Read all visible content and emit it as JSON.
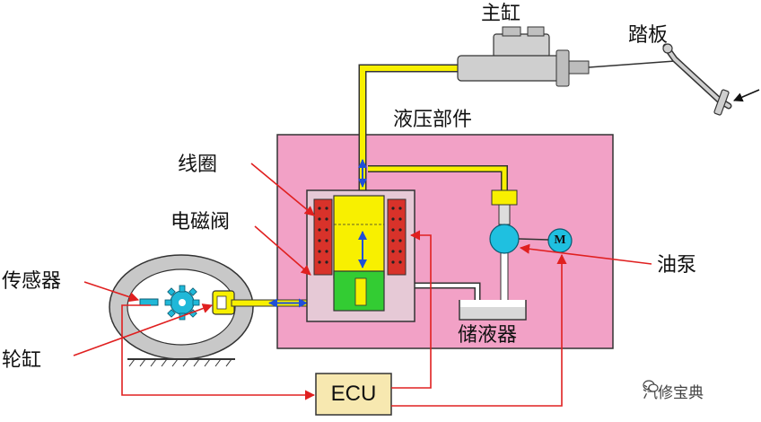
{
  "labels": {
    "master_cylinder": "主缸",
    "pedal": "踏板",
    "hydraulic_unit": "液压部件",
    "coil": "线圈",
    "solenoid_valve": "电磁阀",
    "sensor": "传感器",
    "wheel_cylinder": "轮缸",
    "oil_pump": "油泵",
    "reservoir": "储液器",
    "ecu": "ECU",
    "motor": "M"
  },
  "watermark": "汽修宝典",
  "colors": {
    "hydraulic_unit_fill": "#f2a1c6",
    "fluid_yellow": "#f8f000",
    "valve_green": "#33cc33",
    "coil_red": "#d8322a",
    "pump_cyan": "#1fc0e0",
    "wire_red": "#e02020",
    "ecu_fill": "#f7e8b0",
    "arrow_blue": "#1f4fd8"
  }
}
